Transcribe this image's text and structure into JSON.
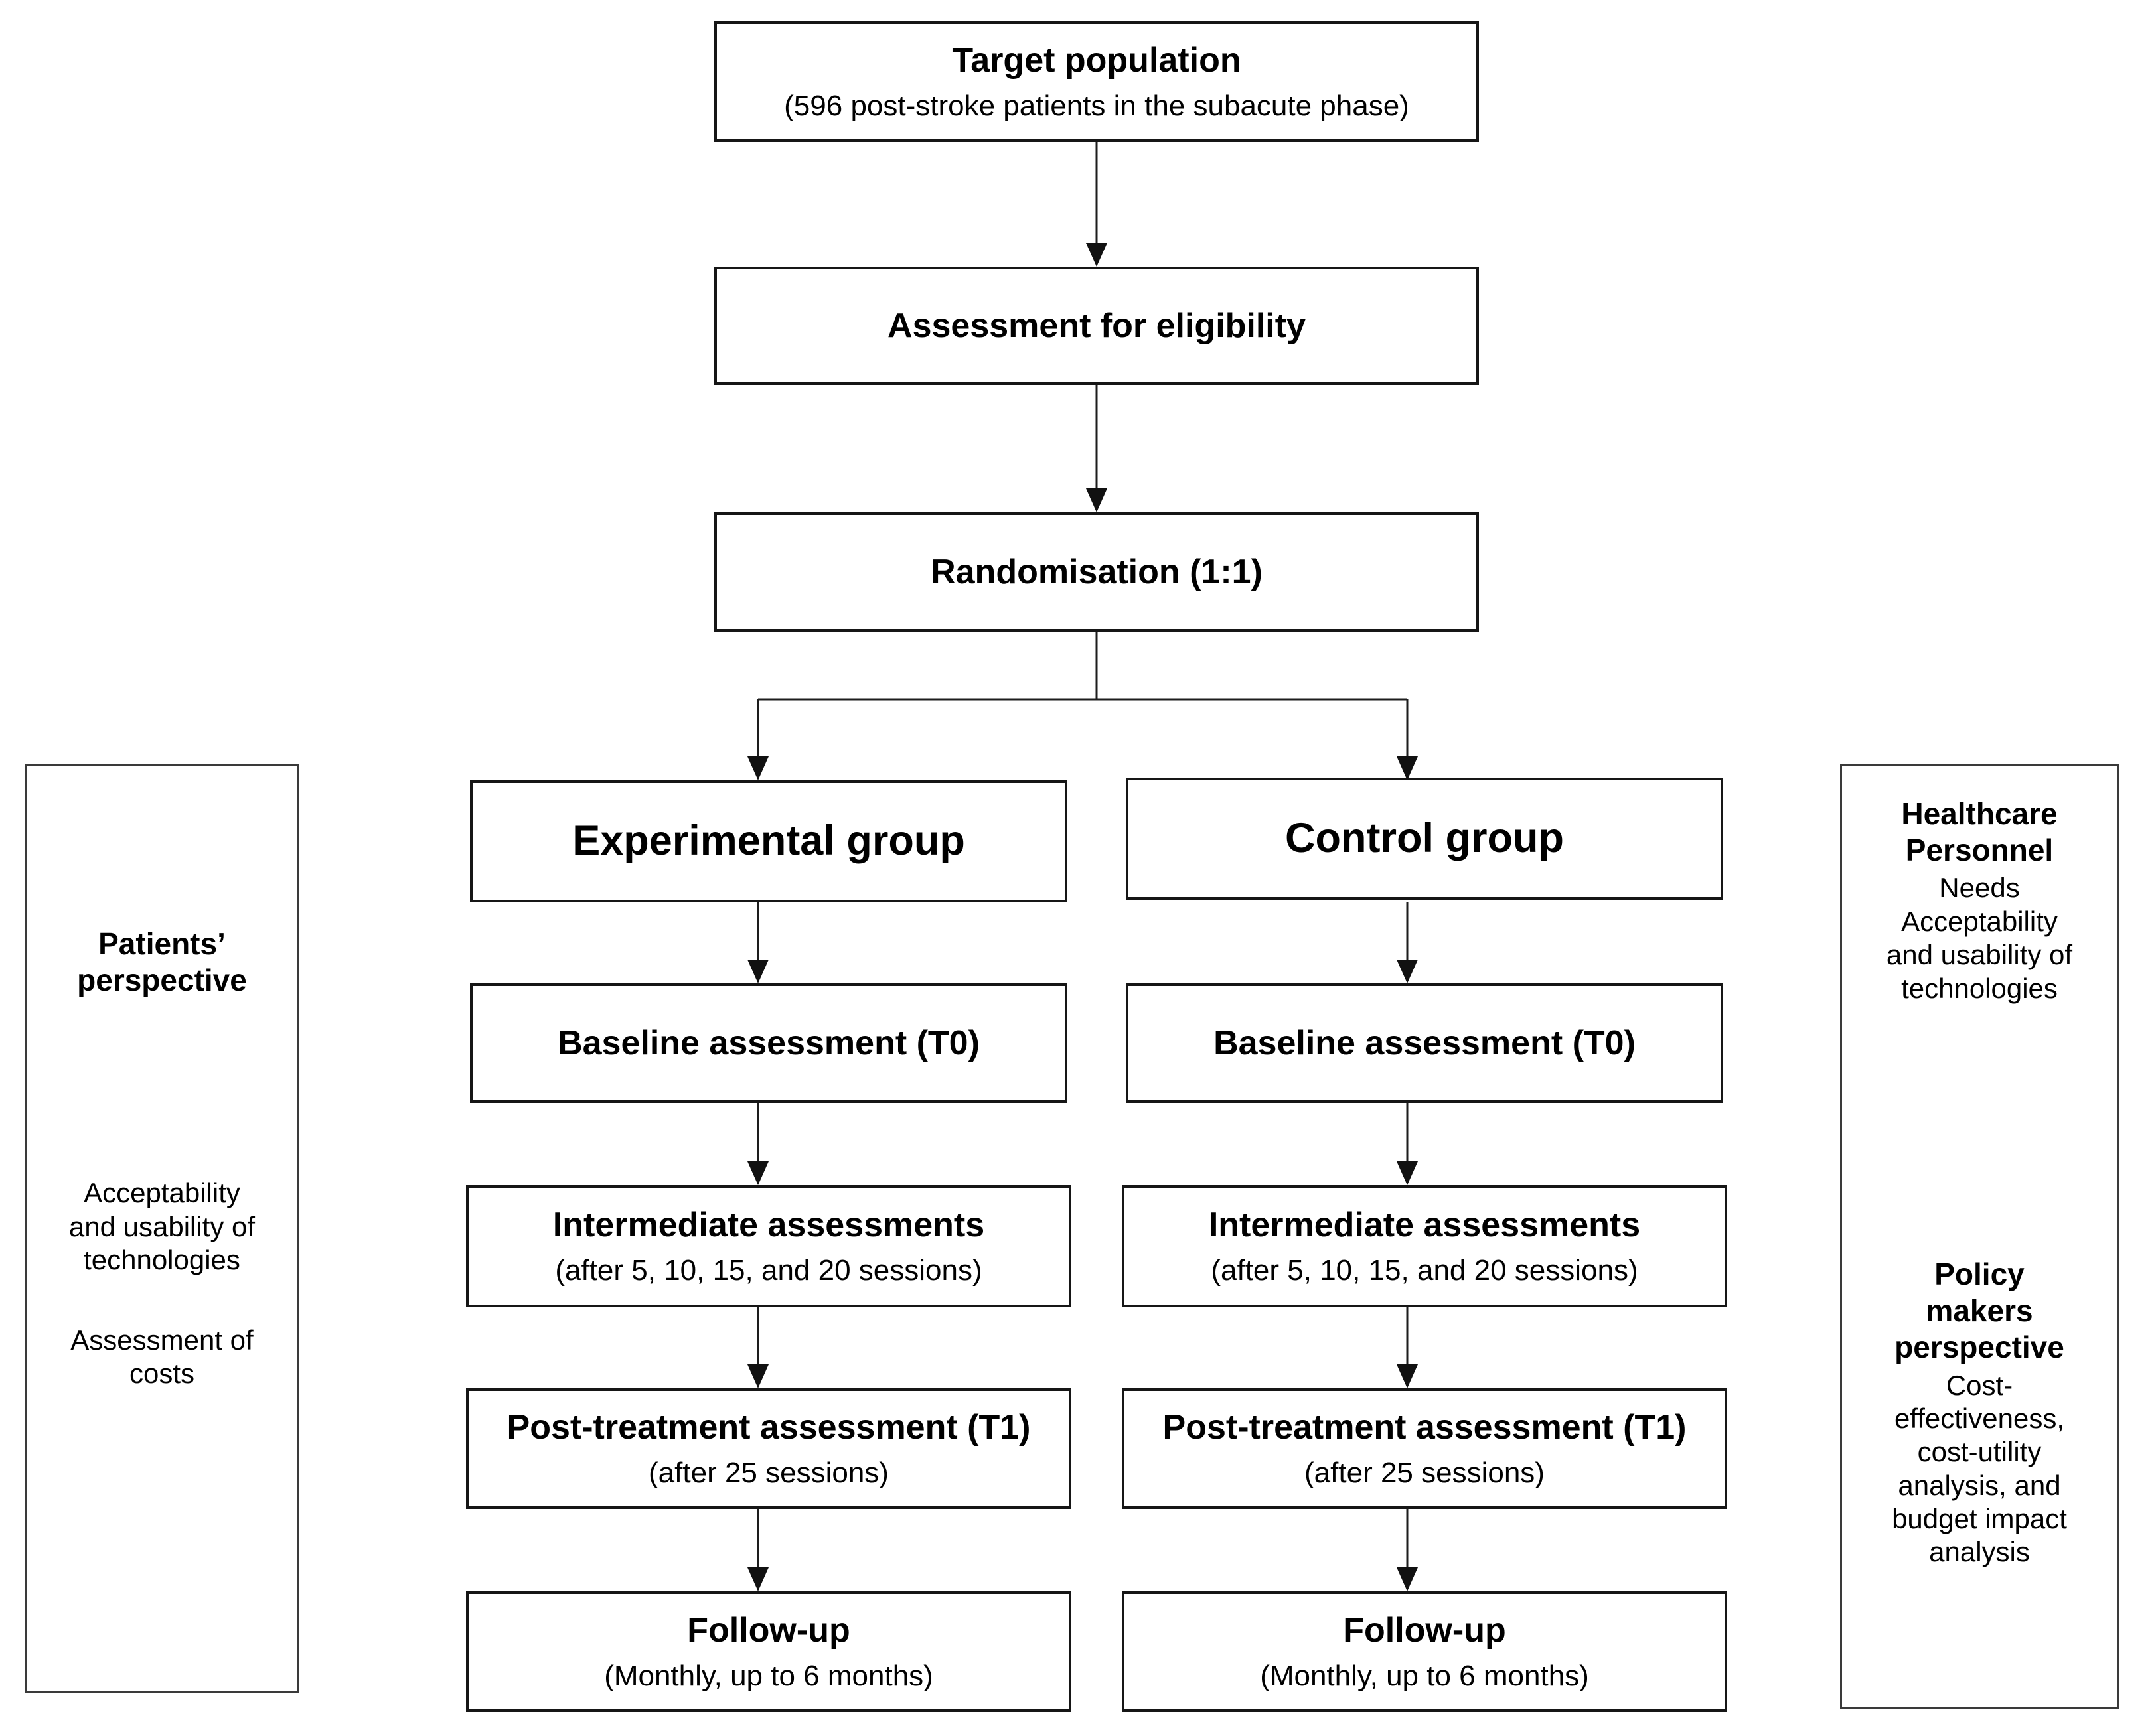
{
  "figure": {
    "background_color": "#ffffff",
    "text_color": "#000000",
    "box_border_color": "#161616",
    "panel_border_color": "#3a3a3a",
    "arrow_color": "#1d1d1d",
    "flow": {
      "target": {
        "title": "Target population",
        "subtitle": "(596 post-stroke patients in the subacute phase)"
      },
      "eligibility": {
        "title": "Assessment for eligibility"
      },
      "randomisation": {
        "title": "Randomisation (1:1)"
      }
    },
    "branches": [
      {
        "id": "experimental",
        "group": "Experimental group",
        "steps": [
          {
            "title": "Baseline assessment (T0)",
            "subtitle": ""
          },
          {
            "title": "Intermediate assessments",
            "subtitle": "(after 5, 10, 15, and 20 sessions)"
          },
          {
            "title": "Post-treatment assessment (T1)",
            "subtitle": "(after 25 sessions)"
          },
          {
            "title": "Follow-up",
            "subtitle": "(Monthly, up to 6 months)"
          }
        ]
      },
      {
        "id": "control",
        "group": "Control group",
        "steps": [
          {
            "title": "Baseline assessment (T0)",
            "subtitle": ""
          },
          {
            "title": "Intermediate assessments",
            "subtitle": "(after 5, 10, 15, and 20 sessions)"
          },
          {
            "title": "Post-treatment assessment (T1)",
            "subtitle": "(after 25 sessions)"
          },
          {
            "title": "Follow-up",
            "subtitle": "(Monthly, up to 6 months)"
          }
        ]
      }
    ],
    "panels": {
      "left": {
        "heading": "Patients’\nperspective",
        "items": [
          "Acceptability\nand usability of\ntechnologies",
          "Assessment of\ncosts"
        ]
      },
      "right": {
        "sections": [
          {
            "heading": "Healthcare\nPersonnel",
            "body": "Needs\nAcceptability\nand usability of\ntechnologies"
          },
          {
            "heading": "Policy\nmakers\nperspective",
            "body": "Cost-\neffectiveness,\ncost-utility\nanalysis, and\nbudget impact\nanalysis"
          }
        ]
      }
    }
  }
}
